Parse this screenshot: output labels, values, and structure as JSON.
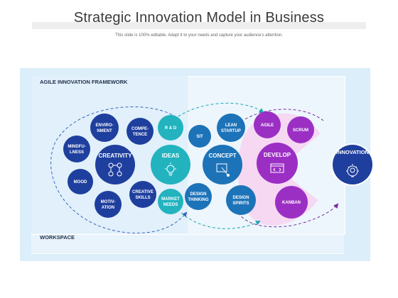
{
  "header": {
    "title": "Strategic Innovation Model in Business",
    "subtitle": "This slide is 100% editable. Adapt it to your needs and capture your audience's attention."
  },
  "framework": {
    "label": "AGILE INNOVATION FRAMEWORK",
    "workspace_label": "WORKSPACE"
  },
  "colors": {
    "navy": "#1f3f9e",
    "teal": "#22b3bf",
    "blue": "#1d73b8",
    "purple": "#9b2fc4",
    "pink_zone": "#f6d8f3",
    "innovation": "#1f3f9e"
  },
  "nodes": {
    "environment": {
      "lines": [
        "ENVIRO-",
        "NMENT"
      ]
    },
    "competence": {
      "lines": [
        "COMPE-",
        "TENCE"
      ]
    },
    "mindfulness": {
      "lines": [
        "MINDFU-",
        "LNESS"
      ]
    },
    "creativity": {
      "lines": [
        "CREATIVITY"
      ],
      "icon": "puzzle-network-icon"
    },
    "mood": {
      "lines": [
        "MOOD"
      ]
    },
    "motivation": {
      "lines": [
        "MOTIV-",
        "ATION"
      ]
    },
    "creative_skills": {
      "lines": [
        "CREATIVE",
        "SKILLS"
      ]
    },
    "r_and_d": {
      "lines": [
        "R & D"
      ]
    },
    "ideas": {
      "lines": [
        "IDEAS"
      ],
      "icon": "lightbulb-icon"
    },
    "market_needs": {
      "lines": [
        "MARKET",
        "NEEDS"
      ]
    },
    "sit": {
      "lines": [
        "SIT"
      ]
    },
    "lean_startup": {
      "lines": [
        "LEAN",
        "STARTUP"
      ]
    },
    "concept": {
      "lines": [
        "CONCEPT"
      ],
      "icon": "touch-screen-icon"
    },
    "design_thinking": {
      "lines": [
        "DESIGN",
        "THINKING"
      ]
    },
    "design_spirits": {
      "lines": [
        "DESIGN",
        "SPIRITS"
      ]
    },
    "agile": {
      "lines": [
        "AGILE"
      ]
    },
    "scrum": {
      "lines": [
        "SCRUM"
      ]
    },
    "develop": {
      "lines": [
        "DEVELOP"
      ],
      "icon": "code-window-icon"
    },
    "kanban": {
      "lines": [
        "KANBAN"
      ]
    },
    "innovation": {
      "lines": [
        "INNOVATION"
      ],
      "icon": "gear-bulb-icon"
    }
  }
}
